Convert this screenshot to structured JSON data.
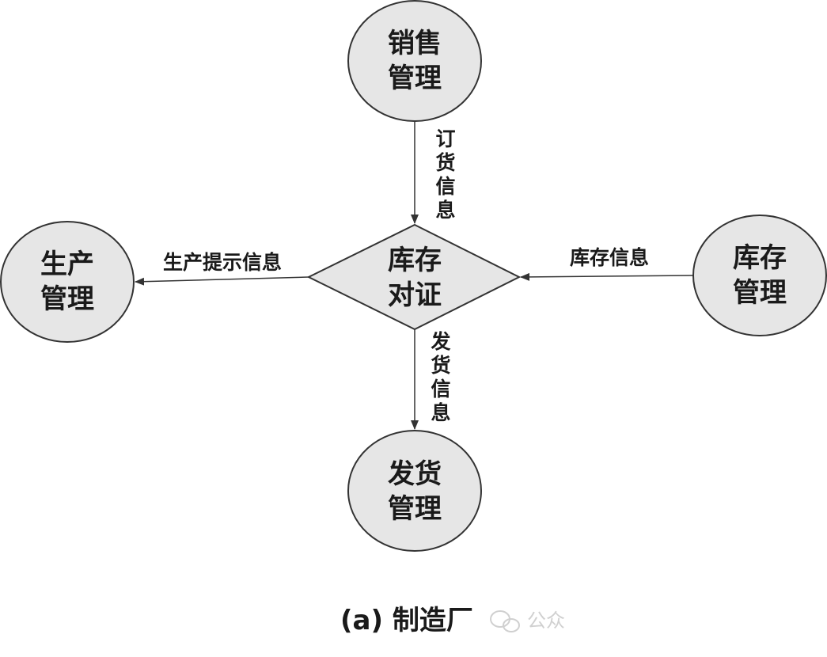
{
  "nodes": {
    "sales": {
      "line1": "销售",
      "line2": "管理"
    },
    "production": {
      "line1": "生产",
      "line2": "管理"
    },
    "inventory_check": {
      "line1": "库存",
      "line2": "对证"
    },
    "inventory": {
      "line1": "库存",
      "line2": "管理"
    },
    "shipping": {
      "line1": "发货",
      "line2": "管理"
    }
  },
  "edges": {
    "order_info": [
      "订",
      "货",
      "信",
      "息"
    ],
    "production_hint": "生产提示信息",
    "inventory_info": "库存信息",
    "shipping_info": [
      "发",
      "货",
      "信",
      "息"
    ]
  },
  "caption": "(a) 制造厂",
  "watermark": "公众",
  "colors": {
    "node_fill": "#e6e6e6",
    "stroke": "#333333",
    "text": "#1a1a1a"
  }
}
